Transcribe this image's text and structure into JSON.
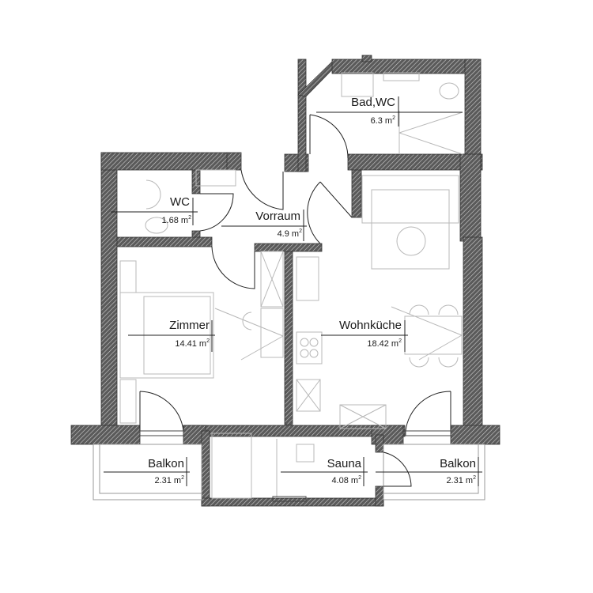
{
  "plan": {
    "colors": {
      "wall_fill": "#5a5a5a",
      "wall_hatch": "#d0d0d0",
      "furniture": "#b8b8b8",
      "door": "#222222",
      "text": "#1a1a1a"
    },
    "rooms": [
      {
        "id": "bad-wc",
        "name": "Bad,WC",
        "area": "6.3",
        "unit": "m",
        "exp": "2"
      },
      {
        "id": "wc",
        "name": "WC",
        "area": "1.68",
        "unit": "m",
        "exp": "2"
      },
      {
        "id": "vorraum",
        "name": "Vorraum",
        "area": "4.9",
        "unit": "m",
        "exp": "2"
      },
      {
        "id": "zimmer",
        "name": "Zimmer",
        "area": "14.41",
        "unit": "m",
        "exp": "2"
      },
      {
        "id": "wohnkueche",
        "name": "Wohnküche",
        "area": "18.42",
        "unit": "m",
        "exp": "2"
      },
      {
        "id": "balkon-left",
        "name": "Balkon",
        "area": "2.31",
        "unit": "m",
        "exp": "2"
      },
      {
        "id": "sauna",
        "name": "Sauna",
        "area": "4.08",
        "unit": "m",
        "exp": "2"
      },
      {
        "id": "balkon-right",
        "name": "Balkon",
        "area": "2.31",
        "unit": "m",
        "exp": "2"
      }
    ]
  }
}
